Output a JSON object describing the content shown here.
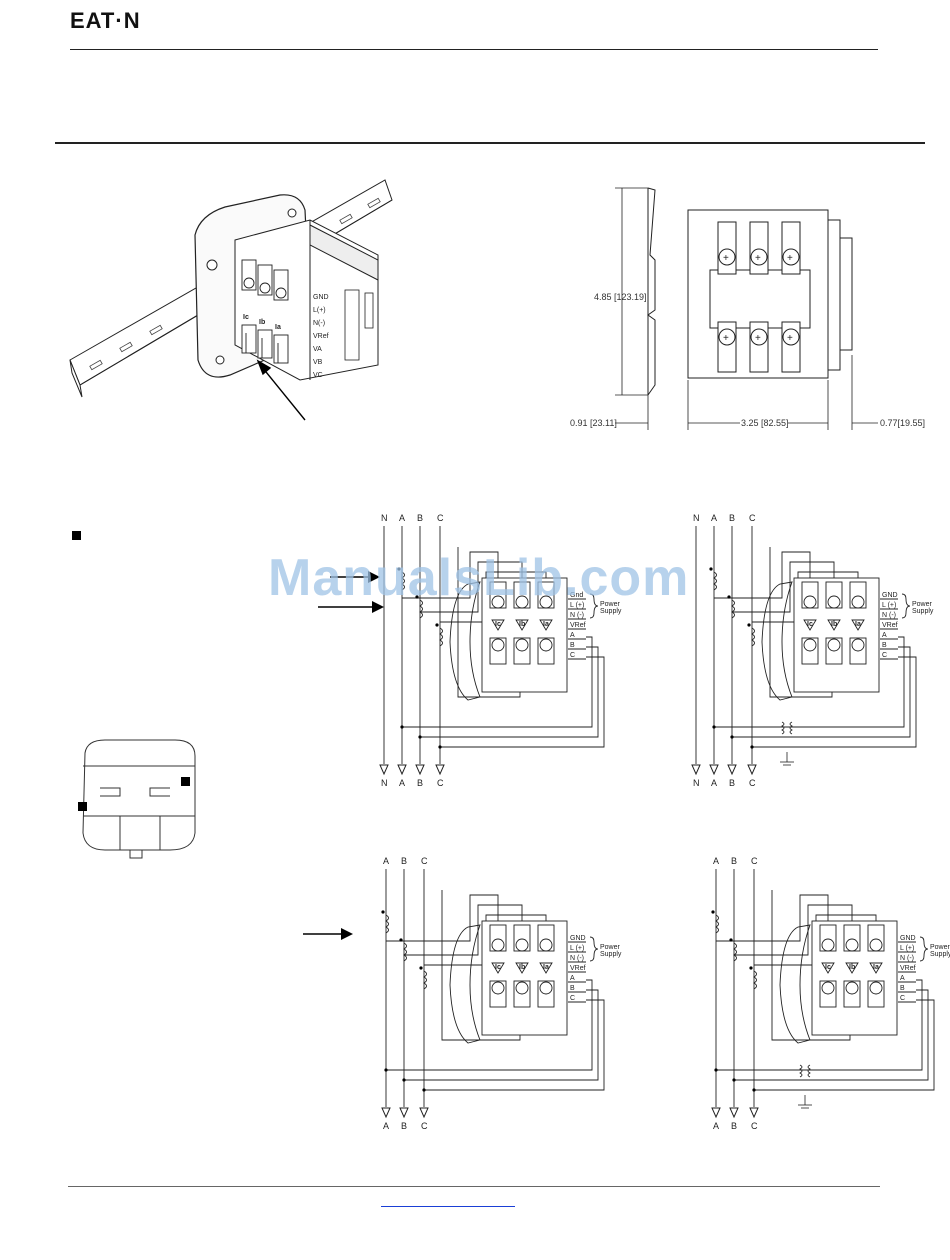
{
  "header": {
    "brand": "EAT·N"
  },
  "dimensions": {
    "height": "4.85 [123.19]",
    "left_depth": "0.91 [23.11]",
    "body_width": "3.25 [82.55]",
    "right_depth": "0.77[19.55]"
  },
  "terminal_labels": {
    "gnd": "GND",
    "gnd_alt": "Gnd",
    "l_plus": "L (+)",
    "n_minus": "N (-)",
    "vref": "VRef",
    "a": "A",
    "b": "B",
    "c": "C",
    "power_supply_1": "Power",
    "power_supply_2": "Supply"
  },
  "iso_labels": [
    "GND",
    "L(+)",
    "N(-)",
    "VRef",
    "VA",
    "VB",
    "VC"
  ],
  "ct_labels": [
    "Ic",
    "Ib",
    "Ia"
  ],
  "phase_labels": {
    "four_wire": [
      "N",
      "A",
      "B",
      "C"
    ],
    "three_wire": [
      "A",
      "B",
      "C"
    ]
  },
  "watermark": "ManualsLib.com"
}
